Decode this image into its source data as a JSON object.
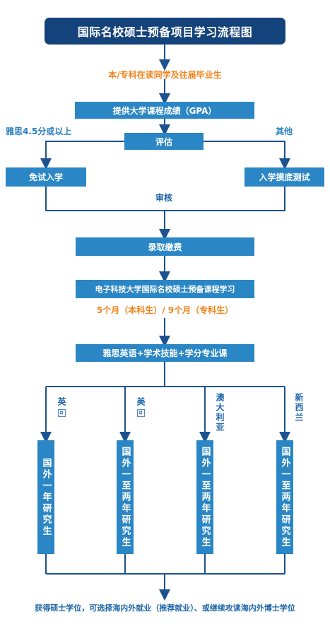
{
  "title": "国际名校硕士预备项目学习流程图",
  "applicants": "本/专科在读同学及往届毕业生",
  "step_gpa": "提供大学课程成绩（GPA）",
  "branch_left_label": "雅思4.5分或以上",
  "branch_right_label": "其他",
  "step_assess": "评估",
  "step_exempt": "免试入学",
  "step_test": "入学摸底测试",
  "step_review": "审核",
  "step_admit": "录取缴费",
  "step_course": "电子科技大学国际名校硕士预备课程学习",
  "duration": "5个月（本科生）/ 9个月（专科生）",
  "step_curriculum": "雅思英语+学术技能+学分专业课",
  "countries": [
    {
      "name": "英",
      "program": "国外一年研究生"
    },
    {
      "name": "美",
      "program": "国外一至两年研究生"
    },
    {
      "name": "澳大利亚",
      "program": "国外一至两年研究生"
    },
    {
      "name": "新西兰",
      "program": "国外一至两年研究生"
    }
  ],
  "outcome": "获得硕士学位，可选择海内外就业（推荐就业）、或继续攻读海内外博士学位",
  "colors": {
    "title_bg": "#14427a",
    "box_bg": "#2a86c4",
    "line": "#1c5290",
    "accent": "#f0841c",
    "label": "#2a7fc0"
  },
  "icons": [
    "flag-icon"
  ]
}
